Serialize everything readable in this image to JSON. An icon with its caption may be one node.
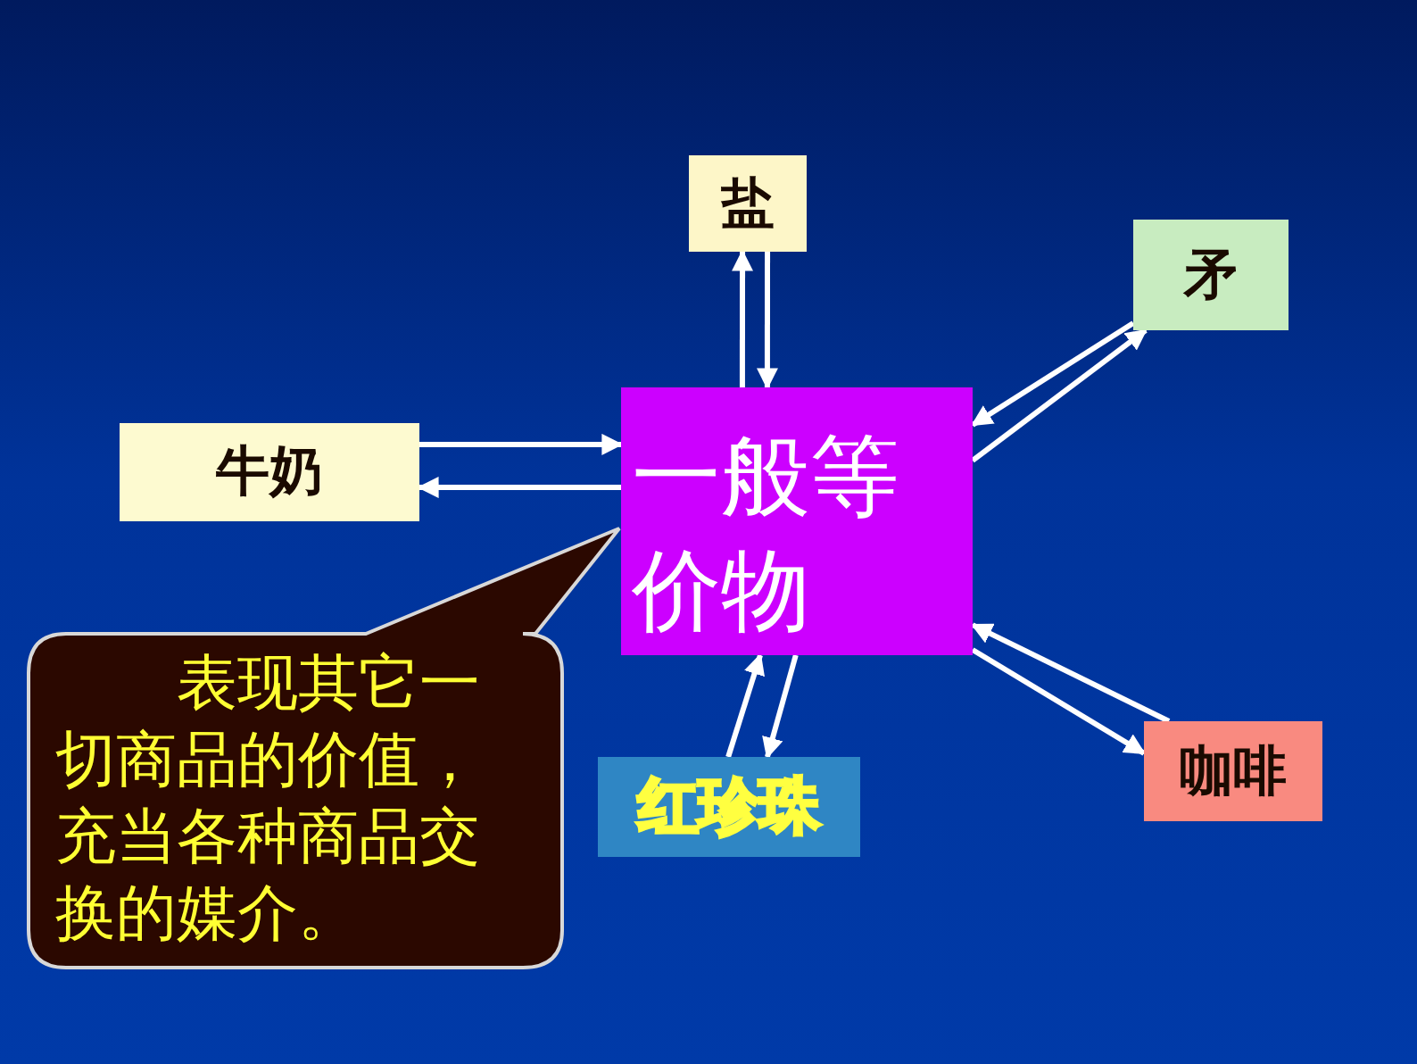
{
  "diagram": {
    "nodes": [
      {
        "text": [
          "盐"
        ]
      },
      {
        "text": [
          "矛"
        ]
      },
      {
        "text": [
          "牛奶"
        ]
      },
      {
        "text": [
          "一般等价物"
        ]
      },
      {
        "text": [
          "红珍珠"
        ]
      },
      {
        "text": [
          "咖啡"
        ]
      },
      {
        "text": [
          "表现其它一切商品的价值，充当各种商品交换的媒介。"
        ]
      }
    ],
    "edges": [
      {
        "from": 2,
        "to": 3,
        "arrow": "to"
      },
      {
        "from": 3,
        "to": 2,
        "arrow": "to"
      },
      {
        "from": 3,
        "to": 0,
        "arrow": "to"
      },
      {
        "from": 0,
        "to": 3,
        "arrow": "to"
      },
      {
        "from": 1,
        "to": 3,
        "arrow": "to"
      },
      {
        "from": 3,
        "to": 1,
        "arrow": "to"
      },
      {
        "from": 5,
        "to": 3,
        "arrow": "to"
      },
      {
        "from": 3,
        "to": 5,
        "arrow": "to"
      },
      {
        "from": 4,
        "to": 3,
        "arrow": "to"
      },
      {
        "from": 3,
        "to": 4,
        "arrow": "to"
      }
    ]
  }
}
